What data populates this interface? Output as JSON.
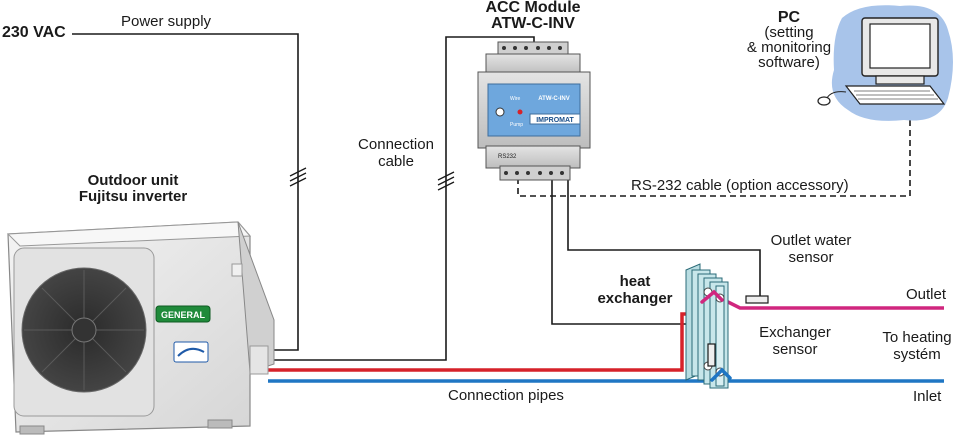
{
  "labels": {
    "mains_voltage": "230 VAC",
    "power_supply": "Power supply",
    "acc_module_line1": "ACC Module",
    "acc_module_line2": "ATW-C-INV",
    "pc_title": "PC",
    "pc_line1": "(setting",
    "pc_line2": "& monitoring",
    "pc_line3": "software)",
    "connection_cable_line1": "Connection",
    "connection_cable_line2": "cable",
    "outdoor_unit_line1": "Outdoor unit",
    "outdoor_unit_line2": "Fujitsu inverter",
    "rs232_cable": "RS-232 cable (option accessory)",
    "outlet_sensor_line1": "Outlet water",
    "outlet_sensor_line2": "sensor",
    "heat_exchanger_line1": "heat",
    "heat_exchanger_line2": "exchanger",
    "outlet": "Outlet",
    "exchanger_sensor_line1": "Exchanger",
    "exchanger_sensor_line2": "sensor",
    "heating_line1": "To heating",
    "heating_line2": "systém",
    "connection_pipes": "Connection pipes",
    "inlet": "Inlet"
  },
  "module_text": {
    "brand": "IMPROMAT",
    "model": "ATW-C-INV",
    "port": "RS232",
    "wire_label": "Wire",
    "pump_label": "Pump"
  },
  "outdoor_unit_text": {
    "brand": "GENERAL"
  },
  "colors": {
    "hot_pipe": "#d6222a",
    "cold_pipe": "#1f76c4",
    "outlet_pipe": "#d0267e",
    "wire": "#1a1a1a",
    "pc_blob": "#a8c4ea",
    "exchanger_plate": "#c7e6ea"
  }
}
